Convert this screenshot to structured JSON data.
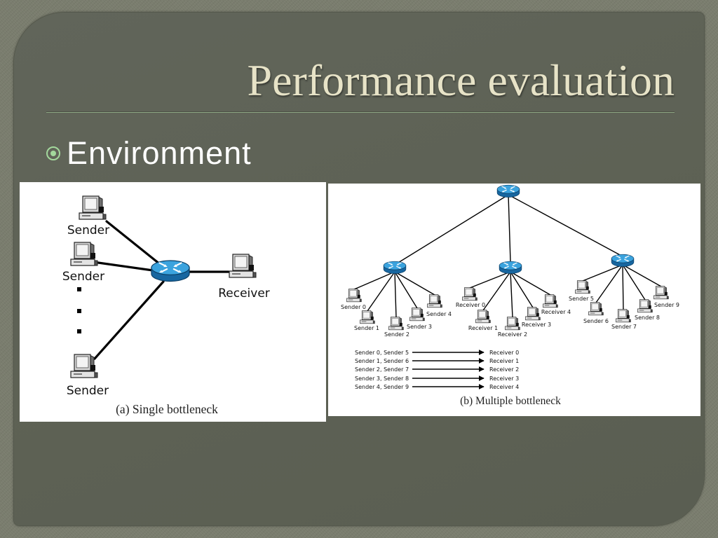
{
  "slide": {
    "title": "Performance evaluation",
    "bullet": {
      "icon": "circled-dot-bullet-icon",
      "text": "Environment"
    }
  },
  "figure_a": {
    "caption": "(a) Single bottleneck",
    "senders": [
      "Sender",
      "Sender",
      "Sender"
    ],
    "receiver": "Receiver",
    "icons": {
      "host": "computer-icon",
      "switch": "router-icon"
    }
  },
  "figure_b": {
    "caption": "(b) Multiple bottleneck",
    "left_group": [
      "Sender 0",
      "Sender 1",
      "Sender 2",
      "Sender 3",
      "Sender 4"
    ],
    "middle_group": [
      "Receiver 0",
      "Receiver 1",
      "Receiver 2",
      "Receiver 3",
      "Receiver 4"
    ],
    "right_group": [
      "Sender 5",
      "Sender 6",
      "Sender 7",
      "Sender 8",
      "Sender 9"
    ],
    "flows": [
      {
        "senders": "Sender 0, Sender 5",
        "receiver": "Receiver 0"
      },
      {
        "senders": "Sender 1, Sender 6",
        "receiver": "Receiver 1"
      },
      {
        "senders": "Sender 2, Sender 7",
        "receiver": "Receiver 2"
      },
      {
        "senders": "Sender 3, Sender 8",
        "receiver": "Receiver 3"
      },
      {
        "senders": "Sender 4, Sender 9",
        "receiver": "Receiver 4"
      }
    ],
    "icons": {
      "host": "computer-icon",
      "switch": "router-icon",
      "flow": "arrow-right-icon"
    }
  },
  "colors": {
    "background": "#7a7d6e",
    "panel": "#5e6255",
    "title": "#e7e3c7",
    "bullet": "#a3d89c",
    "router": "#3ba3de"
  }
}
